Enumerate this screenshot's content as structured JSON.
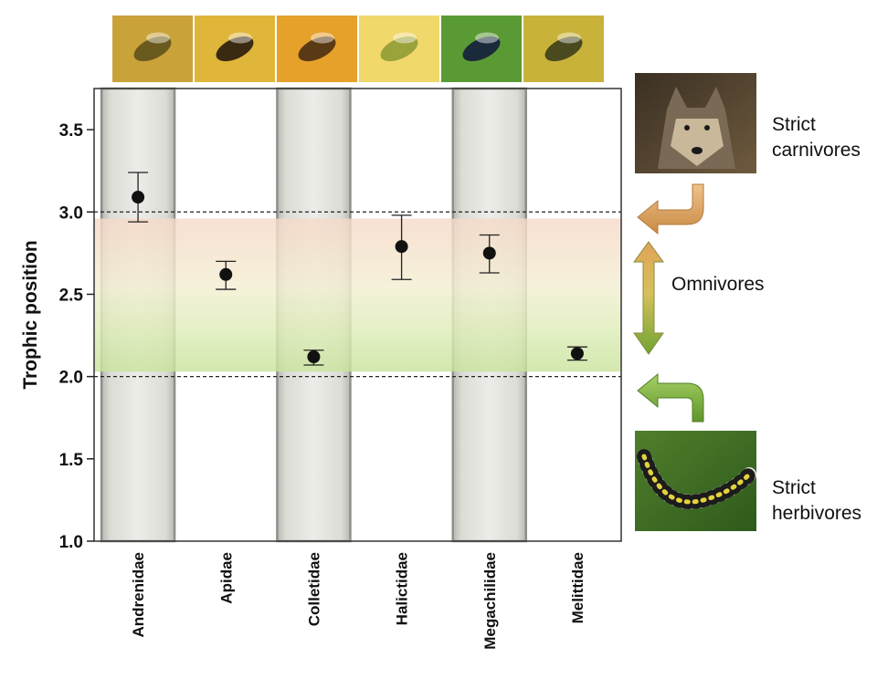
{
  "chart_data": {
    "type": "scatter",
    "ylabel": "Trophic position",
    "xlabel": "",
    "ylim": [
      1.0,
      3.75
    ],
    "yticks": [
      "1.0",
      "1.5",
      "2.0",
      "2.5",
      "3.0",
      "3.5"
    ],
    "categories": [
      "Andrenidae",
      "Apidae",
      "Colletidae",
      "Halictidae",
      "Megachilidae",
      "Melittidae"
    ],
    "shaded_columns": [
      "Andrenidae",
      "Colletidae",
      "Megachilidae"
    ],
    "values": [
      3.09,
      2.62,
      2.12,
      2.79,
      2.75,
      2.14
    ],
    "err_low": [
      2.94,
      2.53,
      2.07,
      2.59,
      2.63,
      2.1
    ],
    "err_high": [
      3.24,
      2.7,
      2.16,
      2.98,
      2.86,
      2.18
    ],
    "reference_lines": [
      2.0,
      3.0
    ],
    "omnivore_band": [
      2.03,
      2.96
    ],
    "grid": false,
    "colors": {
      "marker": "#111111",
      "band_top": "#f6d9c8",
      "band_mid": "#f2f1d0",
      "band_bottom": "#cfe6a3",
      "shade": "#e7e7e3",
      "arrow_orange": "#d9a15c",
      "arrow_green": "#7fb03a"
    }
  },
  "side_labels": {
    "carnivores": [
      "Strict",
      "carnivores"
    ],
    "omnivores": "Omnivores",
    "herbivores": [
      "Strict",
      "herbivores"
    ]
  },
  "photos": {
    "bees": [
      "bee-andrenidae",
      "bee-apidae",
      "bee-colletidae",
      "bee-halictidae",
      "bee-megachilidae",
      "bee-melittidae"
    ],
    "wolf": "wolf-photo",
    "caterpillar": "caterpillar-photo"
  }
}
